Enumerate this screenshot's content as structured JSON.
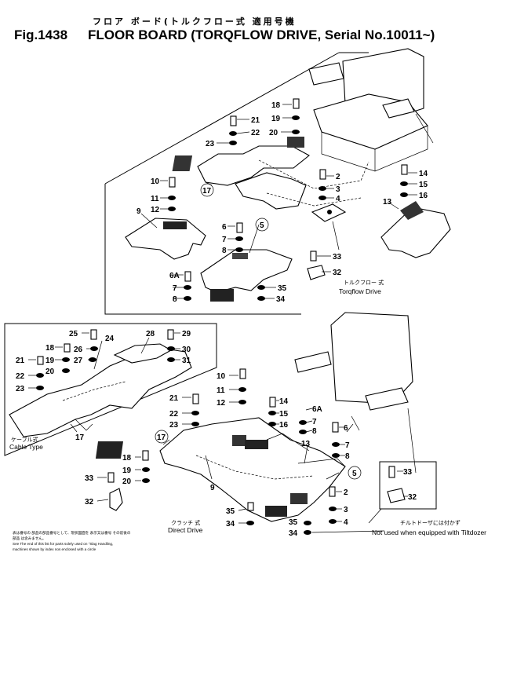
{
  "header": {
    "title_jp": "フロア ボード(トルクフロー式 適用号機",
    "fig_label": "Fig.1438",
    "title": "FLOOR BOARD (TORQFLOW DRIVE, Serial No.10011~)"
  },
  "captions": {
    "torqflow_jp": "トルクフロー 式",
    "torqflow": "Torqflow Drive",
    "cable_jp": "ケーブル式",
    "cable": "Cable Type",
    "direct_jp": "クラッチ 式",
    "direct": "Direct Drive",
    "tiltdozer_jp": "チルトドーザには付かず",
    "tiltdozer": "Not used when equipped with Tiltdozer"
  },
  "notes": {
    "line1_jp": "表は番号の 部品の部品番号として、現状図面を 表示又は番号 その前後の",
    "line2_jp": "部品 は含みません。",
    "line3": "See The end of this list for parts solely used on \"Slag Handling,",
    "line4": "machines shown by index nos enclosed with a circle"
  },
  "callouts": {
    "top": {
      "c1": "18",
      "c2": "19",
      "c3": "20",
      "c4": "21",
      "c5": "22",
      "c6": "23",
      "c7": "17",
      "c8": "10",
      "c9": "11",
      "c10": "12",
      "c11": "9",
      "c12": "6",
      "c13": "7",
      "c14": "8",
      "c15": "5",
      "c16": "6A",
      "c17": "7",
      "c18": "8",
      "c19": "2",
      "c20": "3",
      "c21": "4",
      "c22": "33",
      "c23": "32",
      "c24": "35",
      "c25": "34",
      "c26": "14",
      "c27": "15",
      "c28": "16",
      "c29": "13"
    },
    "cable": {
      "c1": "25",
      "c2": "18",
      "c3": "26",
      "c4": "19",
      "c5": "27",
      "c6": "24",
      "c7": "21",
      "c8": "22",
      "c9": "20",
      "c10": "23",
      "c11": "17",
      "c12": "28",
      "c13": "29",
      "c14": "30",
      "c15": "31"
    },
    "bottom": {
      "c1": "10",
      "c2": "11",
      "c3": "12",
      "c4": "21",
      "c5": "22",
      "c6": "23",
      "c7": "17",
      "c8": "14",
      "c9": "15",
      "c10": "16",
      "c11": "6A",
      "c12": "7",
      "c13": "8",
      "c14": "6",
      "c15": "7",
      "c16": "8",
      "c17": "13",
      "c18": "18",
      "c19": "19",
      "c20": "20",
      "c21": "9",
      "c22": "33",
      "c23": "32",
      "c24": "35",
      "c25": "34",
      "c26": "5",
      "c27": "2",
      "c28": "3",
      "c29": "4",
      "c30": "35",
      "c31": "34",
      "c32": "33",
      "c33": "32"
    }
  }
}
